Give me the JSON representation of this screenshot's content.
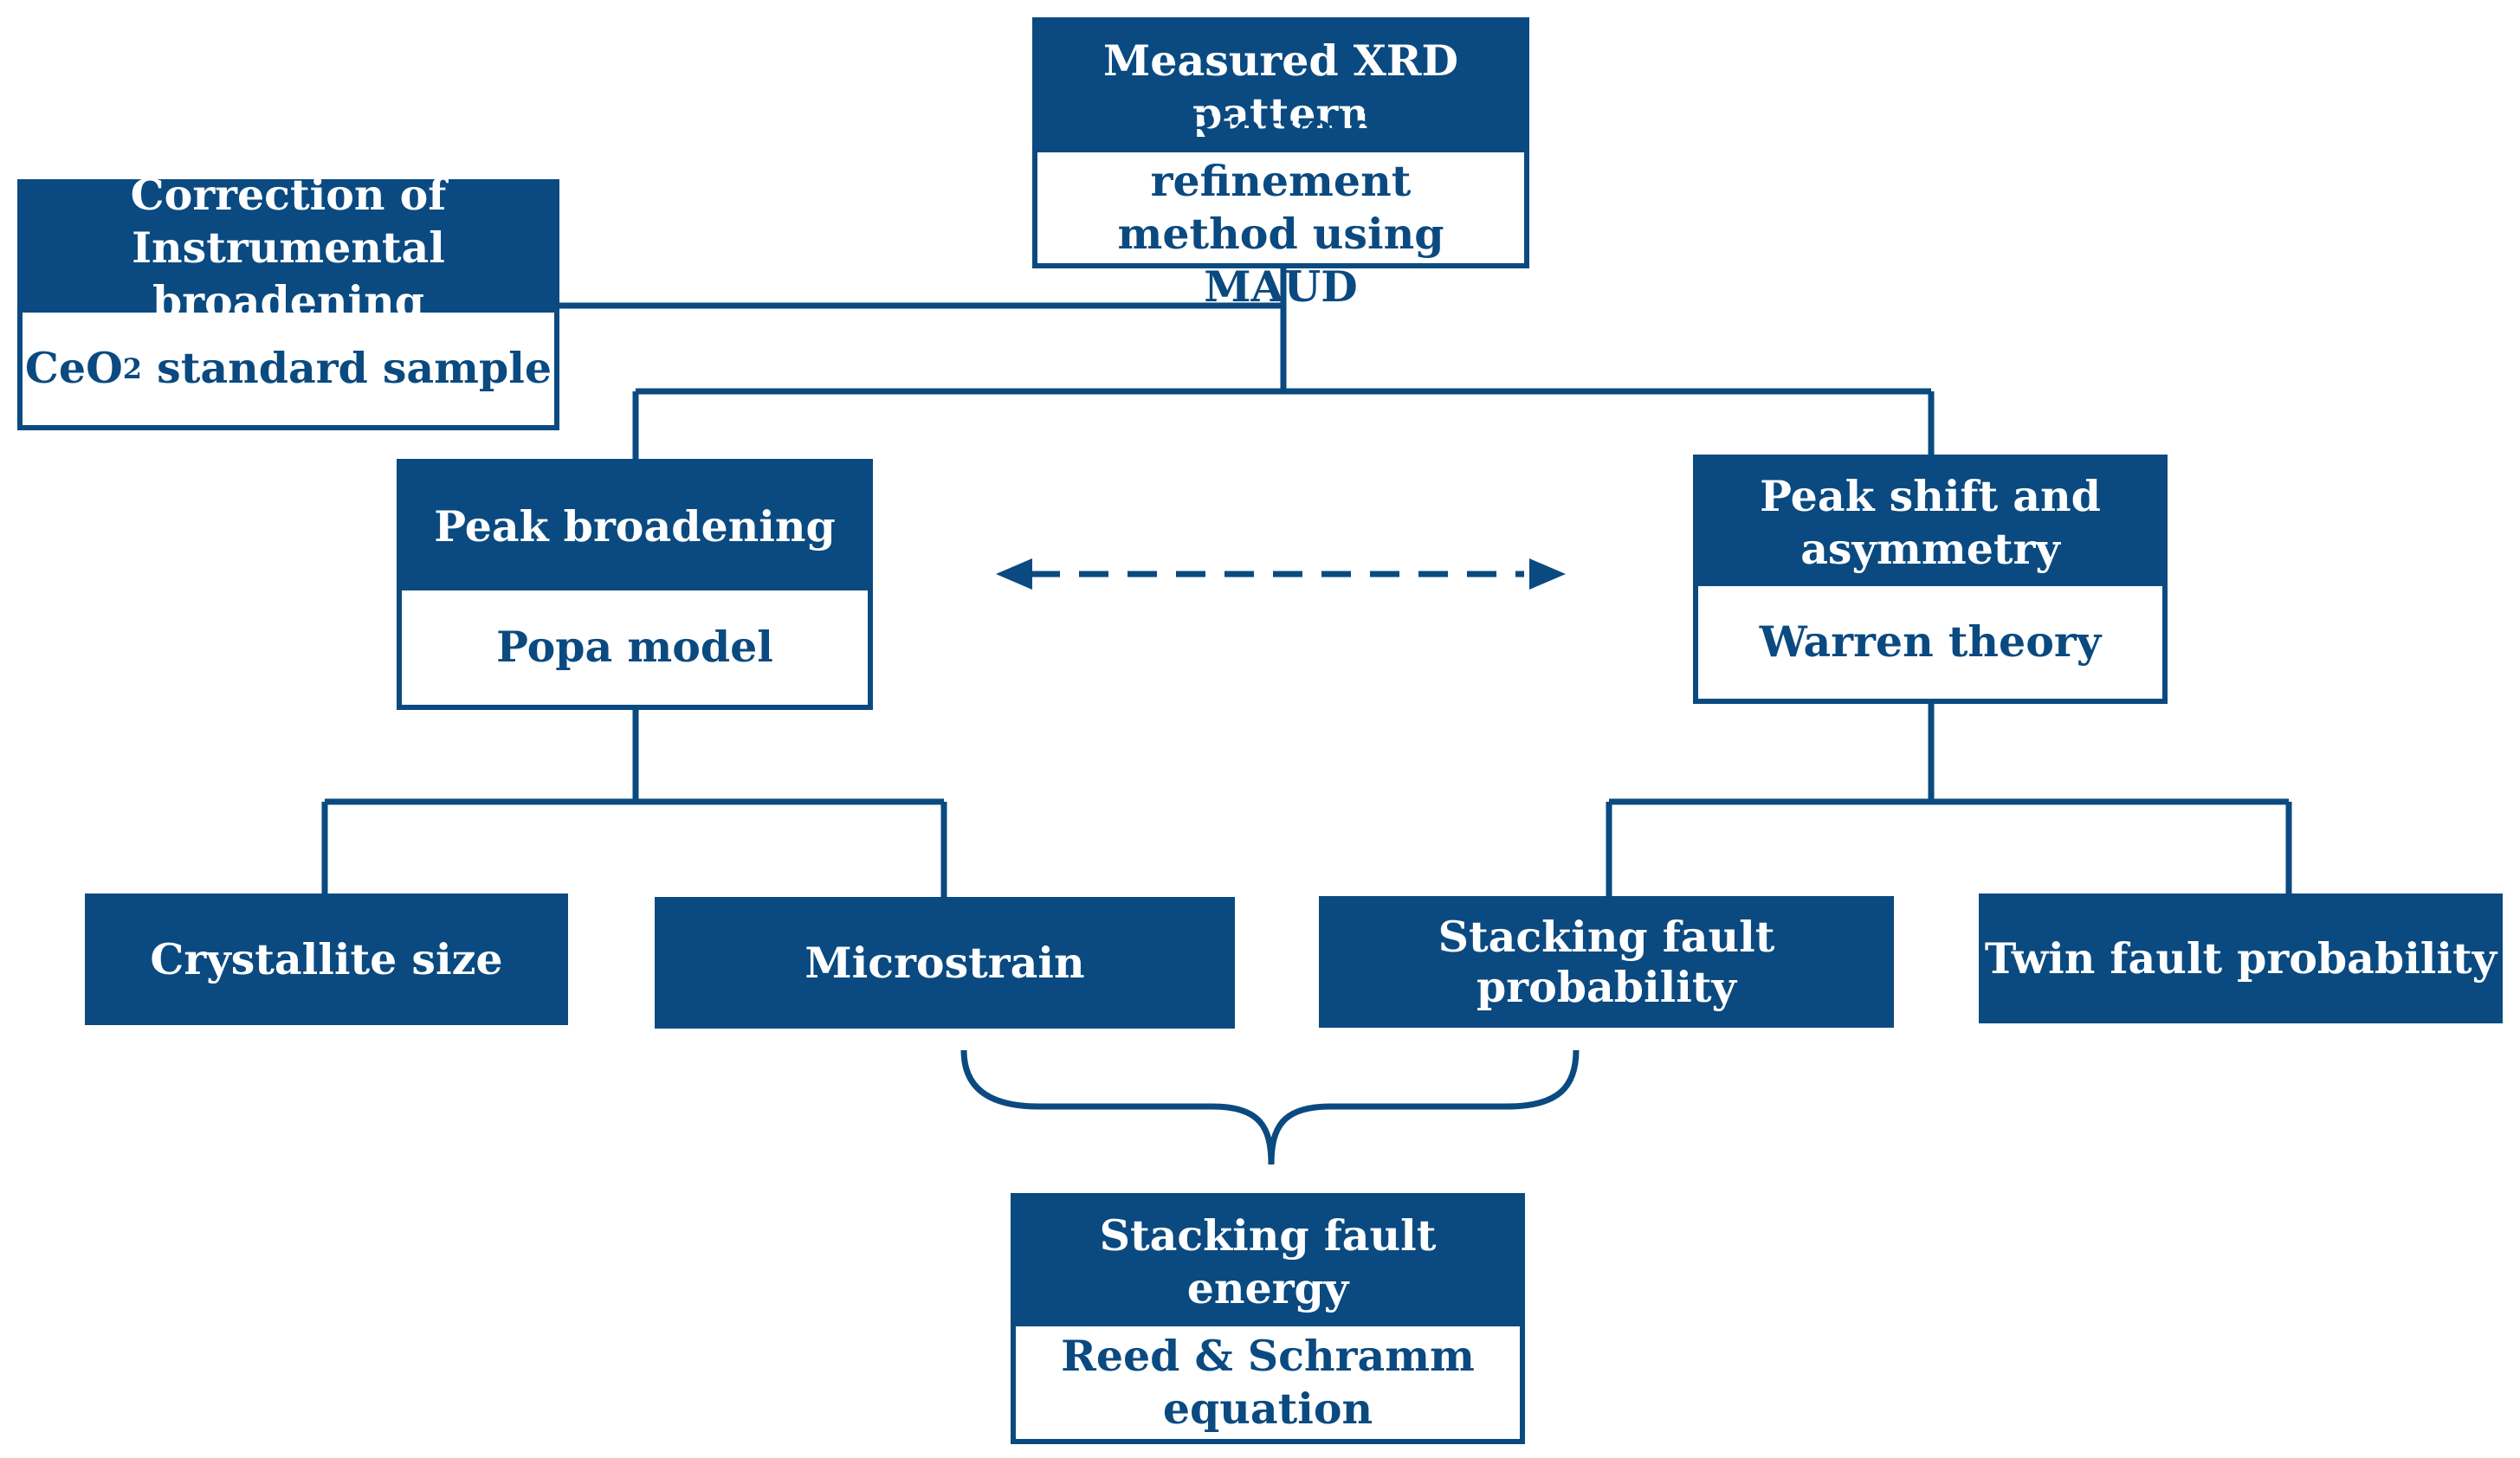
{
  "colors": {
    "primary": "#0a4a80",
    "background": "#ffffff"
  },
  "nodes": {
    "measured": {
      "title": "Measured XRD\npattern",
      "sub": "Rietveld refinement\nmethod using MAUD"
    },
    "correction": {
      "title": "Correction of\nInstrumental broadening",
      "sub_prefix": "CeO",
      "sub_subscript": "2",
      "sub_suffix": " standard sample"
    },
    "broadening": {
      "title": "Peak broadening",
      "sub": "Popa model"
    },
    "shift": {
      "title": "Peak shift and\nasymmetry",
      "sub": "Warren theory"
    },
    "crystallite": {
      "title": "Crystallite size"
    },
    "microstrain": {
      "title": "Microstrain"
    },
    "stacking_prob": {
      "title": "Stacking fault probability"
    },
    "twin_prob": {
      "title": "Twin fault probability"
    },
    "sfe": {
      "title": "Stacking fault energy",
      "sub": "Reed & Schramm\nequation"
    }
  }
}
